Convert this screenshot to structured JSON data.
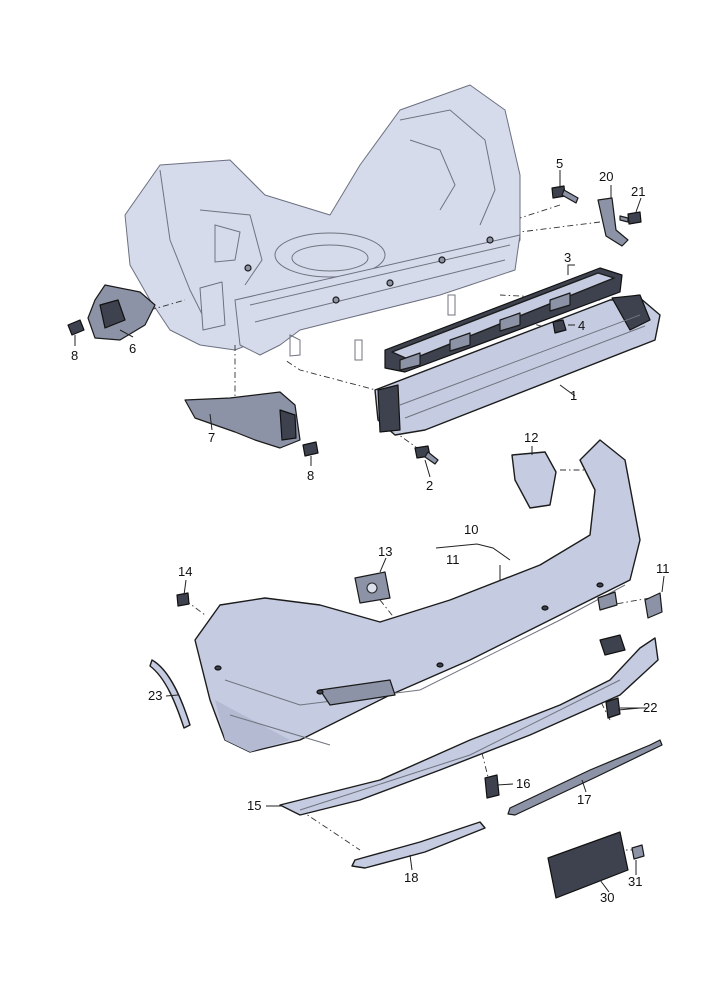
{
  "callouts": {
    "c1": "1",
    "c2": "2",
    "c3": "3",
    "c4": "4",
    "c5": "5",
    "c6": "6",
    "c7": "7",
    "c8a": "8",
    "c8b": "8",
    "c10": "10",
    "c11a": "11",
    "c11b": "11",
    "c12": "12",
    "c13": "13",
    "c14": "14",
    "c15": "15",
    "c16": "16",
    "c17": "17",
    "c18": "18",
    "c20": "20",
    "c21": "21",
    "c22": "22",
    "c23": "23",
    "c30": "30",
    "c31": "31"
  },
  "colors": {
    "part": "#c5cbe0",
    "part_dark": "#3e424e",
    "line": "#1c1c1c"
  }
}
